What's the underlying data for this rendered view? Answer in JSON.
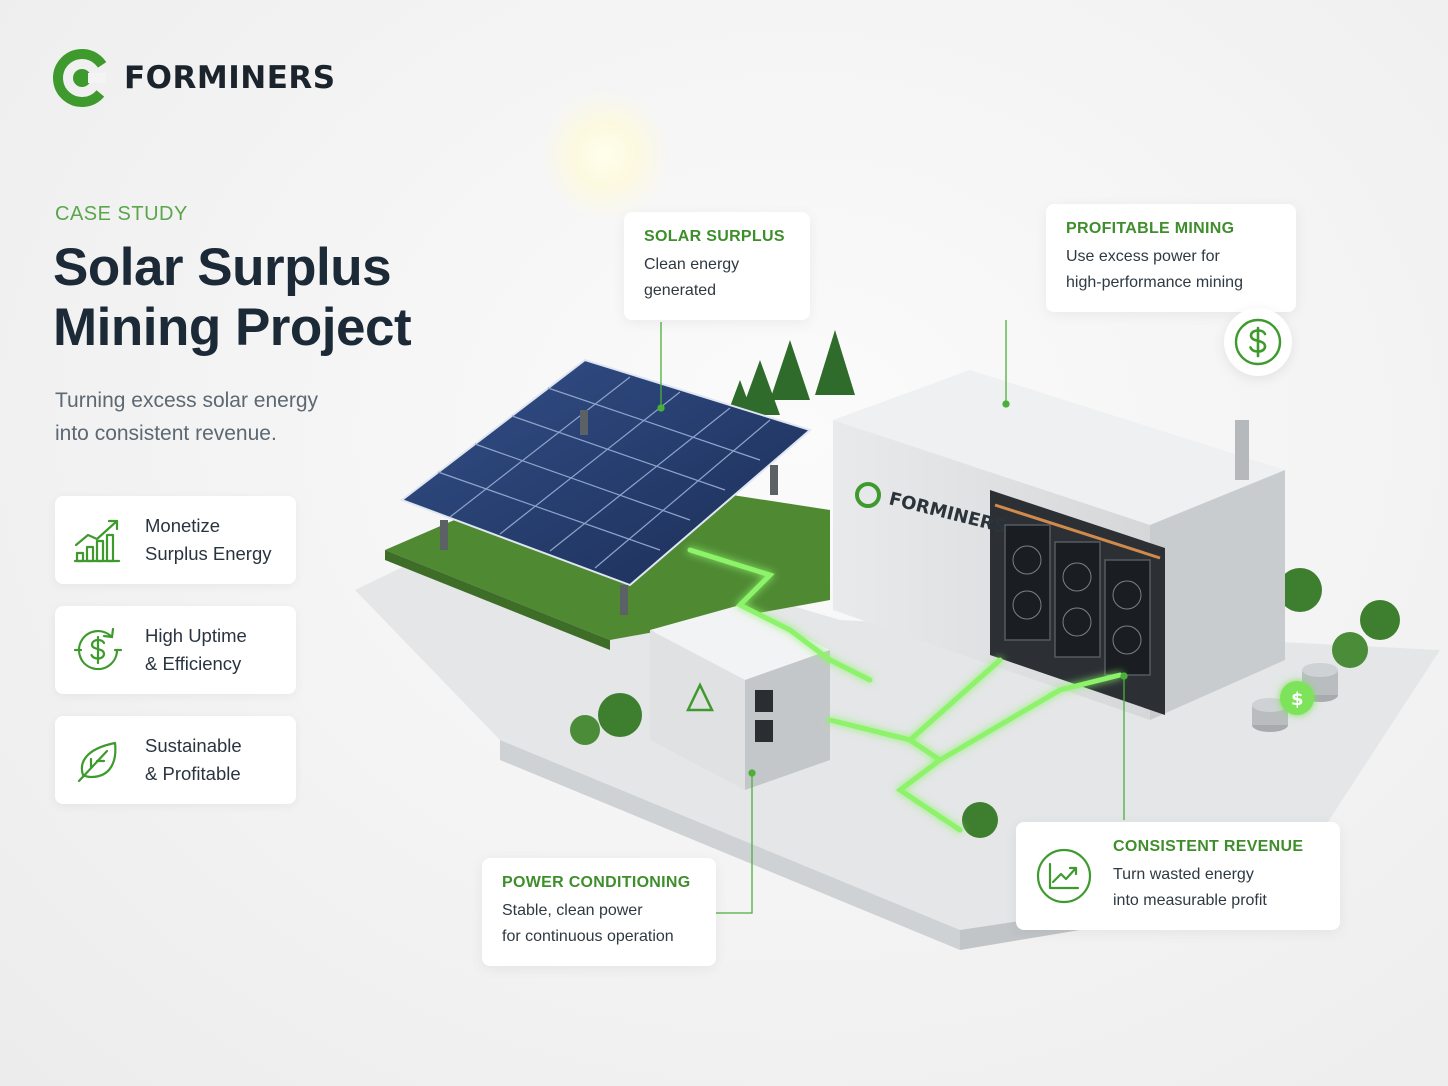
{
  "brand": {
    "name": "FORMINERS",
    "container_brand": "FORMINERS",
    "accent": "#4caf39",
    "dark": "#1b2a36"
  },
  "hero": {
    "eyebrow": "CASE STUDY",
    "title_line1": "Solar Surplus",
    "title_line2": "Mining Project",
    "subtitle_line1": "Turning excess solar energy",
    "subtitle_line2": "into consistent revenue."
  },
  "features": [
    {
      "icon": "bar-growth-icon",
      "line1": "Monetize",
      "line2": "Surplus Energy"
    },
    {
      "icon": "dollar-circle-icon",
      "line1": "High Uptime",
      "line2": "& Efficiency"
    },
    {
      "icon": "leaf-icon",
      "line1": "Sustainable",
      "line2": "& Profitable"
    }
  ],
  "callouts": {
    "solar": {
      "heading": "SOLAR SURPLUS",
      "line1": "Clean energy",
      "line2": "generated"
    },
    "mining": {
      "heading": "PROFITABLE MINING",
      "line1": "Use excess power for",
      "line2": "high-performance mining"
    },
    "power": {
      "heading": "POWER CONDITIONING",
      "line1": "Stable, clean power",
      "line2": "for continuous operation"
    },
    "revenue": {
      "heading": "CONSISTENT REVENUE",
      "line1": "Turn wasted energy",
      "line2": "into measurable profit"
    }
  }
}
